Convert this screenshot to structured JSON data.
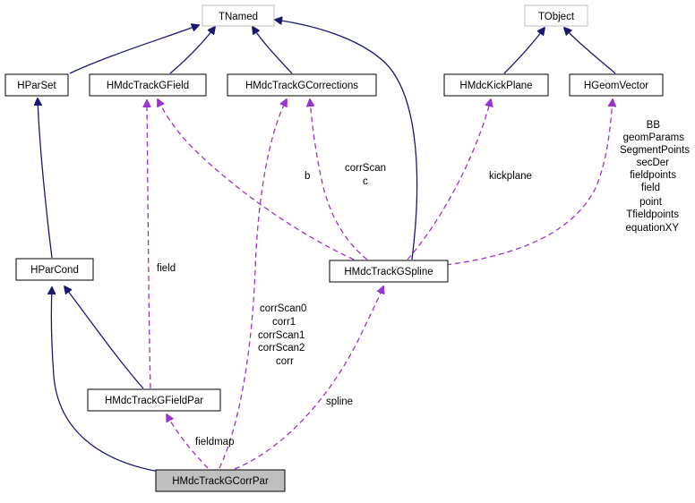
{
  "colors": {
    "inherit_edge": "#191970",
    "usage_edge": "#9a32cd",
    "node_border": "#000000",
    "external_node_border": "#bfbfbf",
    "external_node_text": "#000000",
    "highlight_node_fill": "#bfbfbf"
  },
  "nodes": {
    "tnamed": "TNamed",
    "tobject": "TObject",
    "hparset": "HParSet",
    "hmdctrackgfield": "HMdcTrackGField",
    "hmdctrackgcorrections": "HMdcTrackGCorrections",
    "hmdckickplane": "HMdcKickPlane",
    "hgeomvector": "HGeomVector",
    "hparcond": "HParCond",
    "hmdctrackgspline": "HMdcTrackGSpline",
    "hmdctrackgfieldpar": "HMdcTrackGFieldPar",
    "hmdctrackgcorrpar": "HMdcTrackGCorrPar"
  },
  "labels": {
    "b": "b",
    "corrscan_c": [
      "corrScan",
      "c"
    ],
    "kickplane": "kickplane",
    "geomvector_members": [
      "BB",
      "geomParams",
      "SegmentPoints",
      "secDer",
      "fieldpoints",
      "field",
      "point",
      "Tfieldpoints",
      "equationXY"
    ],
    "field": "field",
    "corr_members": [
      "corrScan0",
      "corr1",
      "corrScan1",
      "corrScan2",
      "corr"
    ],
    "spline": "spline",
    "fieldmap": "fieldmap"
  }
}
